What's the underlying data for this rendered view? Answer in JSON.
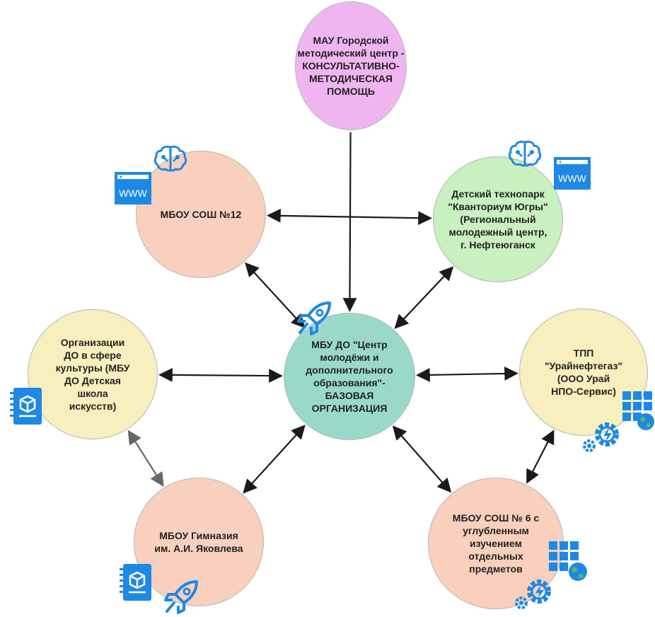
{
  "nodes": {
    "methodical": {
      "label": "МАУ Городской\nметодический центр -\nКОНСУЛЬТАТИВНО-\nМЕТОДИЧЕСКАЯ\nПОМОЩЬ",
      "color": "#f0b5f0"
    },
    "school12": {
      "label": "МБОУ СОШ №12",
      "color": "#f8d0bd"
    },
    "technopark": {
      "label": "Детский технопарк\n\"Кванториум Югры\"\n(Региональный\nмолодежный центр,\nг. Нефтеюганск",
      "color": "#c9f0bf"
    },
    "center": {
      "label": "МБУ ДО \"Центр\nмолодёжи и\nдополнительного\nобразования\"-\nБАЗОВАЯ\nОРГАНИЗАЦИЯ",
      "color": "#9ad9ca"
    },
    "culture": {
      "label": "Организации\nДО в сфере\nкультуры (МБУ\nДО Детская\nшкола\nискусств)",
      "color": "#f8efbe"
    },
    "tpp": {
      "label": "ТПП\n\"Урайнефтегаз\"\n(ООО Урай\nНПО-Сервис)",
      "color": "#f8efbe"
    },
    "gymnasium": {
      "label": "МБОУ Гимназия\nим. А.И. Яковлева",
      "color": "#f8d0bd"
    },
    "school6": {
      "label": "МБОУ СОШ № 6 с\nуглубленным\nизучением\nотдельных\nпредметов",
      "color": "#f8d0bd"
    }
  },
  "links": [
    {
      "from": "methodical",
      "to": "center",
      "arrows": "end"
    },
    {
      "from": "school12",
      "to": "technopark",
      "arrows": "both"
    },
    {
      "from": "school12",
      "to": "center",
      "arrows": "both"
    },
    {
      "from": "technopark",
      "to": "center",
      "arrows": "both"
    },
    {
      "from": "culture",
      "to": "center",
      "arrows": "both"
    },
    {
      "from": "tpp",
      "to": "center",
      "arrows": "both"
    },
    {
      "from": "gymnasium",
      "to": "center",
      "arrows": "both"
    },
    {
      "from": "school6",
      "to": "center",
      "arrows": "both"
    },
    {
      "from": "culture",
      "to": "gymnasium",
      "arrows": "both"
    },
    {
      "from": "tpp",
      "to": "school6",
      "arrows": "both"
    }
  ],
  "icon_labels": {
    "www": "WWW"
  },
  "colors": {
    "icon_blue": "#1e88e5",
    "link": "#1a1a1a",
    "link_gray": "#666666",
    "globe_green": "#5cb85c"
  }
}
